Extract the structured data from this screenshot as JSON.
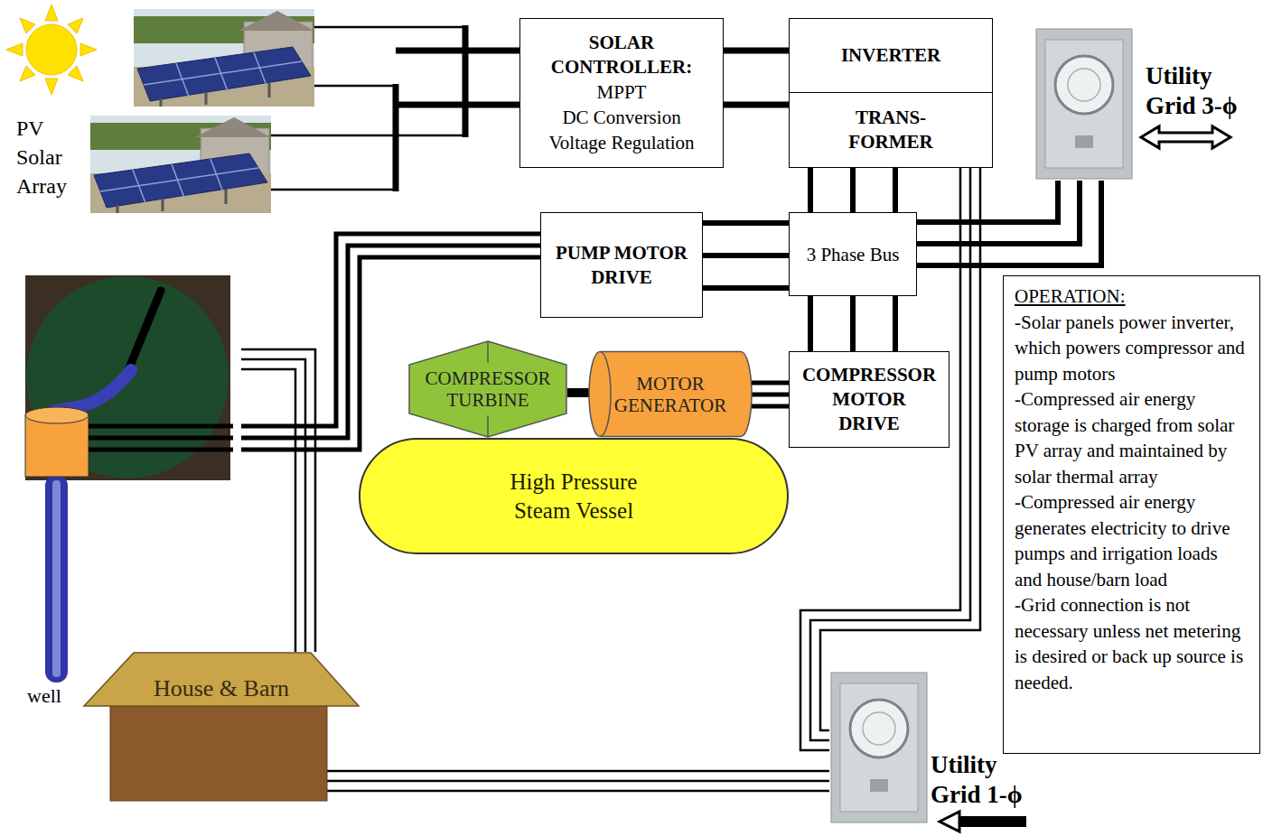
{
  "diagram": {
    "nodes": [
      {
        "text": [
          "PV Solar Array"
        ]
      },
      {
        "text": [
          "SOLAR CONTROLLER:",
          "MPPT",
          "DC Conversion",
          "Voltage Regulation"
        ]
      },
      {
        "text": [
          "INVERTER"
        ]
      },
      {
        "text": [
          "TRANS- FORMER"
        ]
      },
      {
        "text": [
          "Utility Grid 3-ϕ"
        ]
      },
      {
        "text": [
          "PUMP MOTOR DRIVE"
        ]
      },
      {
        "text": [
          "3 Phase Bus"
        ]
      },
      {
        "text": [
          "well"
        ]
      },
      {
        "text": [
          "COMPRESSOR TURBINE"
        ]
      },
      {
        "text": [
          "MOTOR GENERATOR"
        ]
      },
      {
        "text": [
          "COMPRESSOR MOTOR DRIVE"
        ]
      },
      {
        "text": [
          "High Pressure Steam Vessel"
        ]
      },
      {
        "text": [
          "OPERATION:",
          "-Solar panels power inverter, which powers compressor and pump motors",
          "-Compressed air energy storage is charged from solar PV array and maintained by solar thermal array",
          "-Compressed air energy generates electricity to drive pumps and irrigation loads and house/barn load",
          "-Grid connection is not necessary unless net metering is desired or back up source is needed."
        ]
      },
      {
        "text": [
          "House & Barn"
        ]
      },
      {
        "text": [
          "Utility Grid 1-ϕ"
        ]
      }
    ],
    "edges": [
      {
        "from": 0,
        "to": 1,
        "arrow": "none"
      },
      {
        "from": 1,
        "to": 2,
        "arrow": "none"
      },
      {
        "from": 3,
        "to": 6,
        "arrow": "none"
      },
      {
        "from": 6,
        "to": 4,
        "arrow": "none"
      },
      {
        "from": 6,
        "to": 5,
        "arrow": "none"
      },
      {
        "from": 5,
        "to": 7,
        "arrow": "none"
      },
      {
        "from": 6,
        "to": 10,
        "arrow": "none"
      },
      {
        "from": 10,
        "to": 9,
        "arrow": "none"
      },
      {
        "from": 9,
        "to": 8,
        "arrow": "none"
      },
      {
        "from": 7,
        "to": 13,
        "arrow": "none"
      },
      {
        "from": 13,
        "to": 14,
        "arrow": "none"
      },
      {
        "from": 3,
        "to": 14,
        "arrow": "none"
      }
    ]
  }
}
